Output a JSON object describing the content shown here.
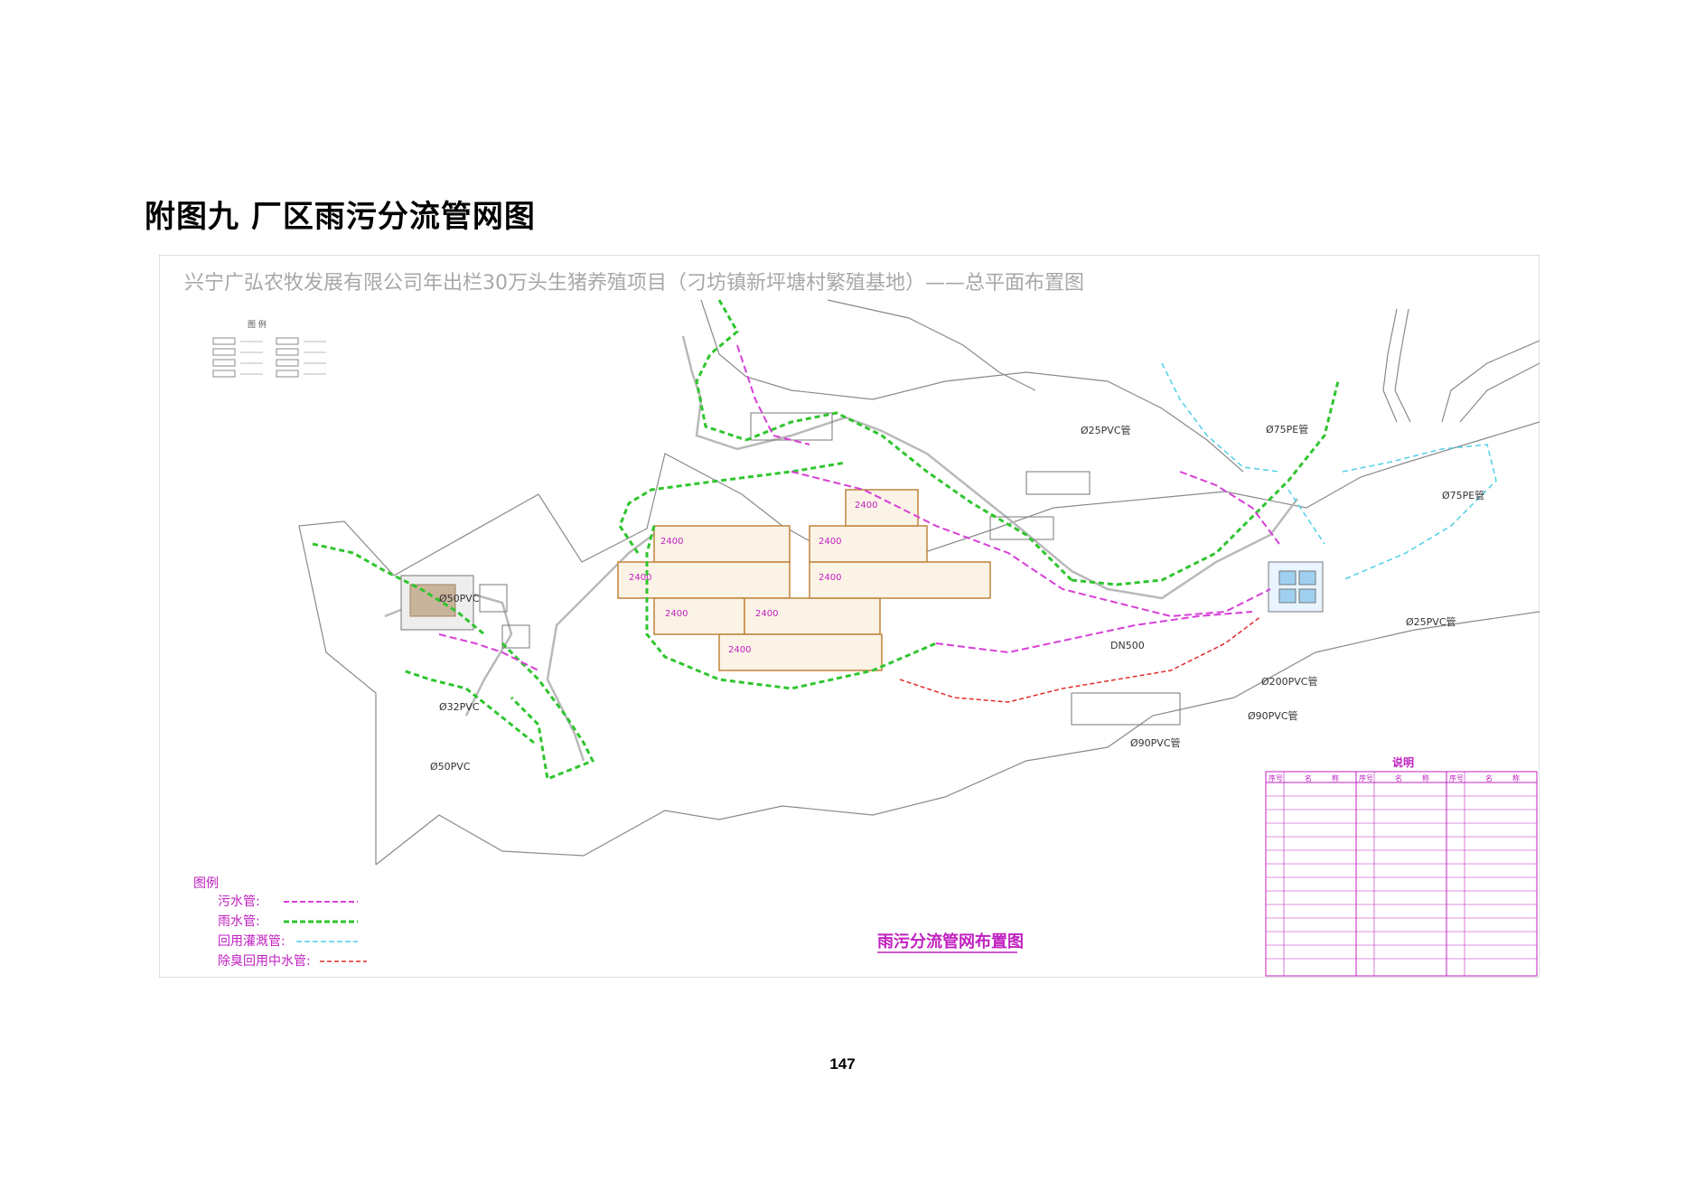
{
  "page": {
    "heading": "附图九  厂区雨污分流管网图",
    "page_number": "147"
  },
  "drawing": {
    "main_title": "兴宁广弘农牧发展有限公司年出栏30万头生猪养殖项目（刁坊镇新坪塘村繁殖基地）——总平面布置图",
    "subtitle": "雨污分流管网布置图",
    "top_legend_heading": "图 例",
    "pipe_legend": {
      "heading": "图例",
      "items": [
        {
          "label": "污水管:",
          "color": "#d83fd8",
          "style": "dashed"
        },
        {
          "label": "雨水管:",
          "color": "#2fc52f",
          "style": "arrow"
        },
        {
          "label": "回用灌溉管:",
          "color": "#4fd0e8",
          "style": "dashed"
        },
        {
          "label": "除臭回用中水管:",
          "color": "#e02a2a",
          "style": "dashed"
        }
      ]
    },
    "pipe_labels": [
      "Ø25PVC管",
      "Ø75PE管",
      "Ø75PE管",
      "Ø25PVC管",
      "DN500",
      "Ø200PVC管",
      "Ø90PVC管",
      "Ø90PVC管",
      "Ø50PVC",
      "Ø32PVC",
      "Ø50PVC"
    ],
    "barn_labels": [
      "2400",
      "2400",
      "2400",
      "2400",
      "2400",
      "2400",
      "2400",
      "2400"
    ],
    "table": {
      "title": "说明",
      "headers": [
        "序号",
        "名",
        "称",
        "序号",
        "名",
        "称",
        "序号",
        "名",
        "称"
      ]
    }
  },
  "colors": {
    "rain": "#2fc52f",
    "sewage": "#d83fd8",
    "reuse": "#4fd0e8",
    "odor": "#e02a2a",
    "road": "#9a9a9a",
    "building": "#c0843c",
    "label": "#c020c0"
  }
}
